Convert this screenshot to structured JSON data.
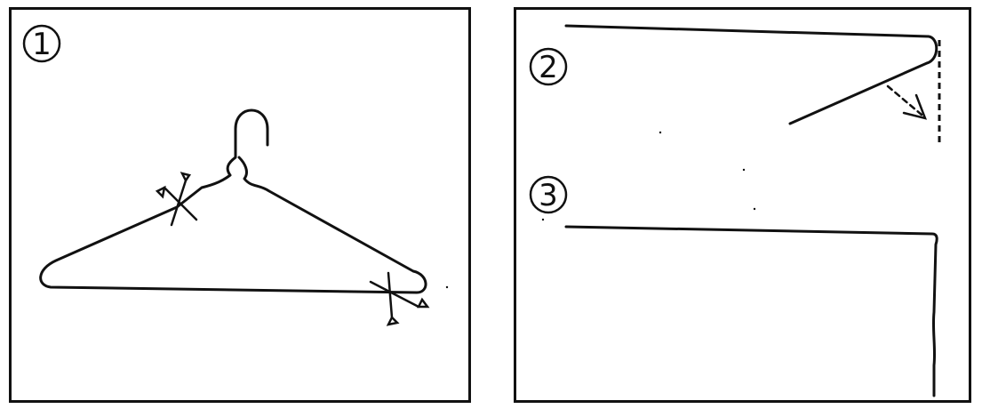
{
  "steps": [
    {
      "number": "1"
    },
    {
      "number": "2"
    },
    {
      "number": "3"
    }
  ],
  "colors": {
    "ink": "#111111",
    "background": "#ffffff"
  }
}
